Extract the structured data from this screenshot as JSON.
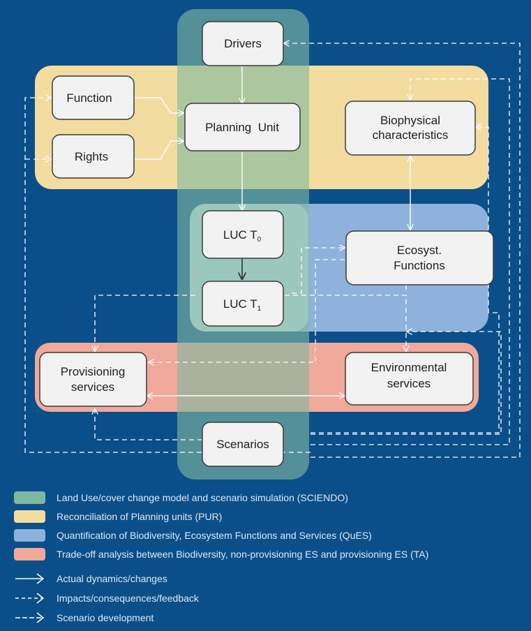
{
  "nodes": {
    "drivers": "Drivers",
    "function": "Function",
    "rights": "Rights",
    "planning_unit": "Planning  Unit",
    "biophysical_line1": "Biophysical",
    "biophysical_line2": "characteristics",
    "luc_t0_base": "LUC T",
    "luc_t0_sub": "0",
    "luc_t1_base": "LUC T",
    "luc_t1_sub": "1",
    "ecosyst_line1": "Ecosyst.",
    "ecosyst_line2": "Functions",
    "provisioning_line1": "Provisioning",
    "provisioning_line2": "services",
    "environmental_line1": "Environmental",
    "environmental_line2": "services",
    "scenarios": "Scenarios"
  },
  "legend": {
    "sciendo": "Land Use/cover change model and scenario simulation (SCIENDO)",
    "pur": "Reconciliation of Planning units (PUR)",
    "ques": "Quantification of Biodiversity, Ecosystem Functions and Services (QuES)",
    "ta": "Trade-off analysis between Biodiversity, non-provisioning ES and provisioning ES (TA)",
    "actual": "Actual dynamics/changes",
    "impacts": "Impacts/consequences/feedback",
    "scenario_dev": "Scenario development"
  },
  "colors": {
    "background": "#0b4f8a",
    "sciendo": "#7fb8a0",
    "pur": "#f3dc9f",
    "ques": "#8fb2dc",
    "ta": "#f0a99a",
    "node_fill": "#f2f2f2",
    "arrow": "#ffffff"
  }
}
